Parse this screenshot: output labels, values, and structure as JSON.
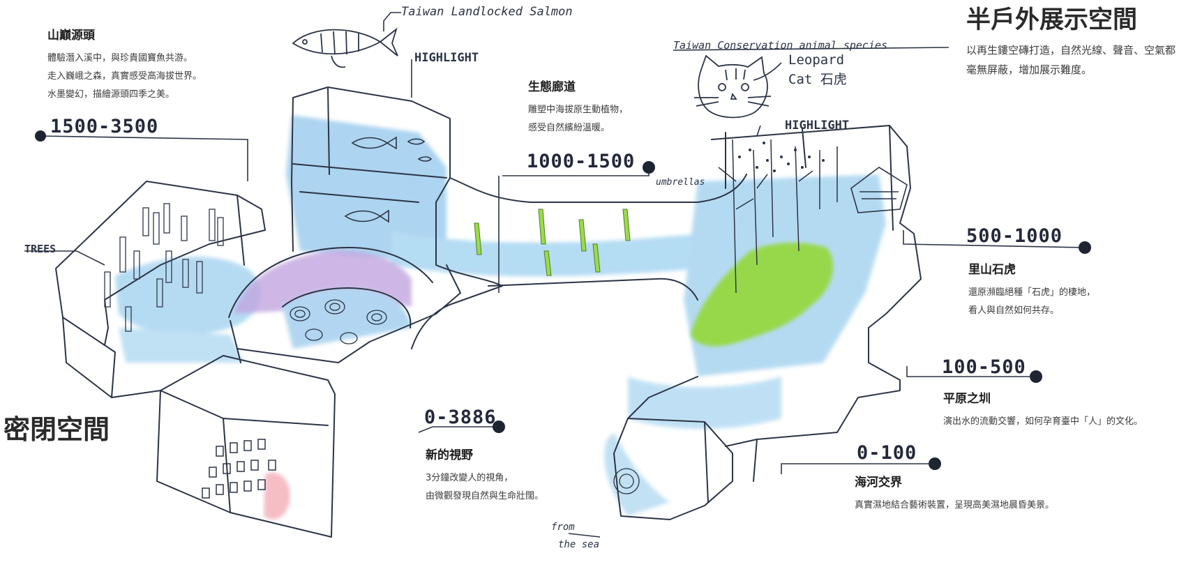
{
  "titles": {
    "semi_outdoor": "半戶外展示空間",
    "semi_outdoor_desc": "以再生鏤空磚打造，自然光線、聲音、空氣都毫無屏蔽，增加展示難度。",
    "enclosed": "密閉空間"
  },
  "sketch_labels": {
    "salmon": "Taiwan Landlocked Salmon",
    "highlight_1": "HIGHLIGHT",
    "highlight_2": "HIGHLIGHT",
    "conservation": "Taiwan Conservation animal species",
    "leopard_1": "Leopard",
    "leopard_2": "Cat 石虎",
    "trees": "TREES",
    "umbrellas": "umbrellas",
    "from": "from",
    "the_sea": "the sea"
  },
  "altitudes": {
    "a1": "1500-3500",
    "a2": "1000-1500",
    "a3": "500-1000",
    "a4": "100-500",
    "a5": "0-100",
    "a6": "0-3886"
  },
  "zones": {
    "summit": {
      "title": "山巔源頭",
      "lines": [
        "體驗潛入溪中，與珍貴國寶魚共游。",
        "走入巍峨之森，真實感受高海拔世界。",
        "水墨變幻，描繪源頭四季之美。"
      ]
    },
    "corridor": {
      "title": "生態廊道",
      "lines": [
        "雕塑中海拔原生動植物，",
        "感受自然繽紛溫暖。"
      ]
    },
    "satoyama": {
      "title": "里山石虎",
      "lines": [
        "還原瀕臨絕種「石虎」的棲地，",
        "看人與自然如何共存。"
      ]
    },
    "plain": {
      "title": "平原之圳",
      "lines": [
        "演出水的流動交響，如何孕育臺中「人」的文化。"
      ]
    },
    "estuary": {
      "title": "海河交界",
      "lines": [
        "真實濕地結合藝術裝置，呈現高美濕地晨昏美景。"
      ]
    },
    "vision": {
      "title": "新的視野",
      "lines": [
        "3分鐘改變人的視角，",
        "由微觀發現自然與生命壯闊。"
      ]
    }
  },
  "colors": {
    "ink": "#2b3445",
    "water_blue": "#8ec6ea",
    "grass_green": "#8fd43a",
    "dome_purple": "#b69bd8",
    "accent_red": "#e07a86"
  }
}
